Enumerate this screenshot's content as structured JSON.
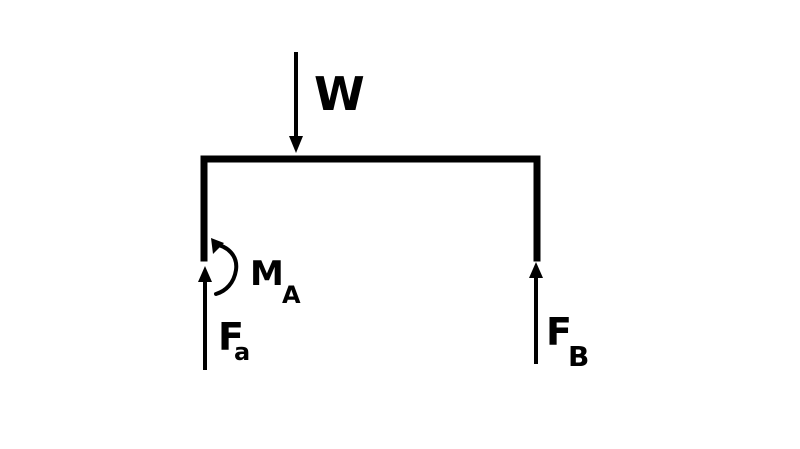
{
  "diagram": {
    "loads": {
      "weight": {
        "label": "W"
      },
      "moment_a": {
        "label": "M",
        "subscript": "A"
      },
      "force_a": {
        "label": "F",
        "subscript": "a"
      },
      "force_b": {
        "label": "F",
        "subscript": "B"
      }
    }
  }
}
